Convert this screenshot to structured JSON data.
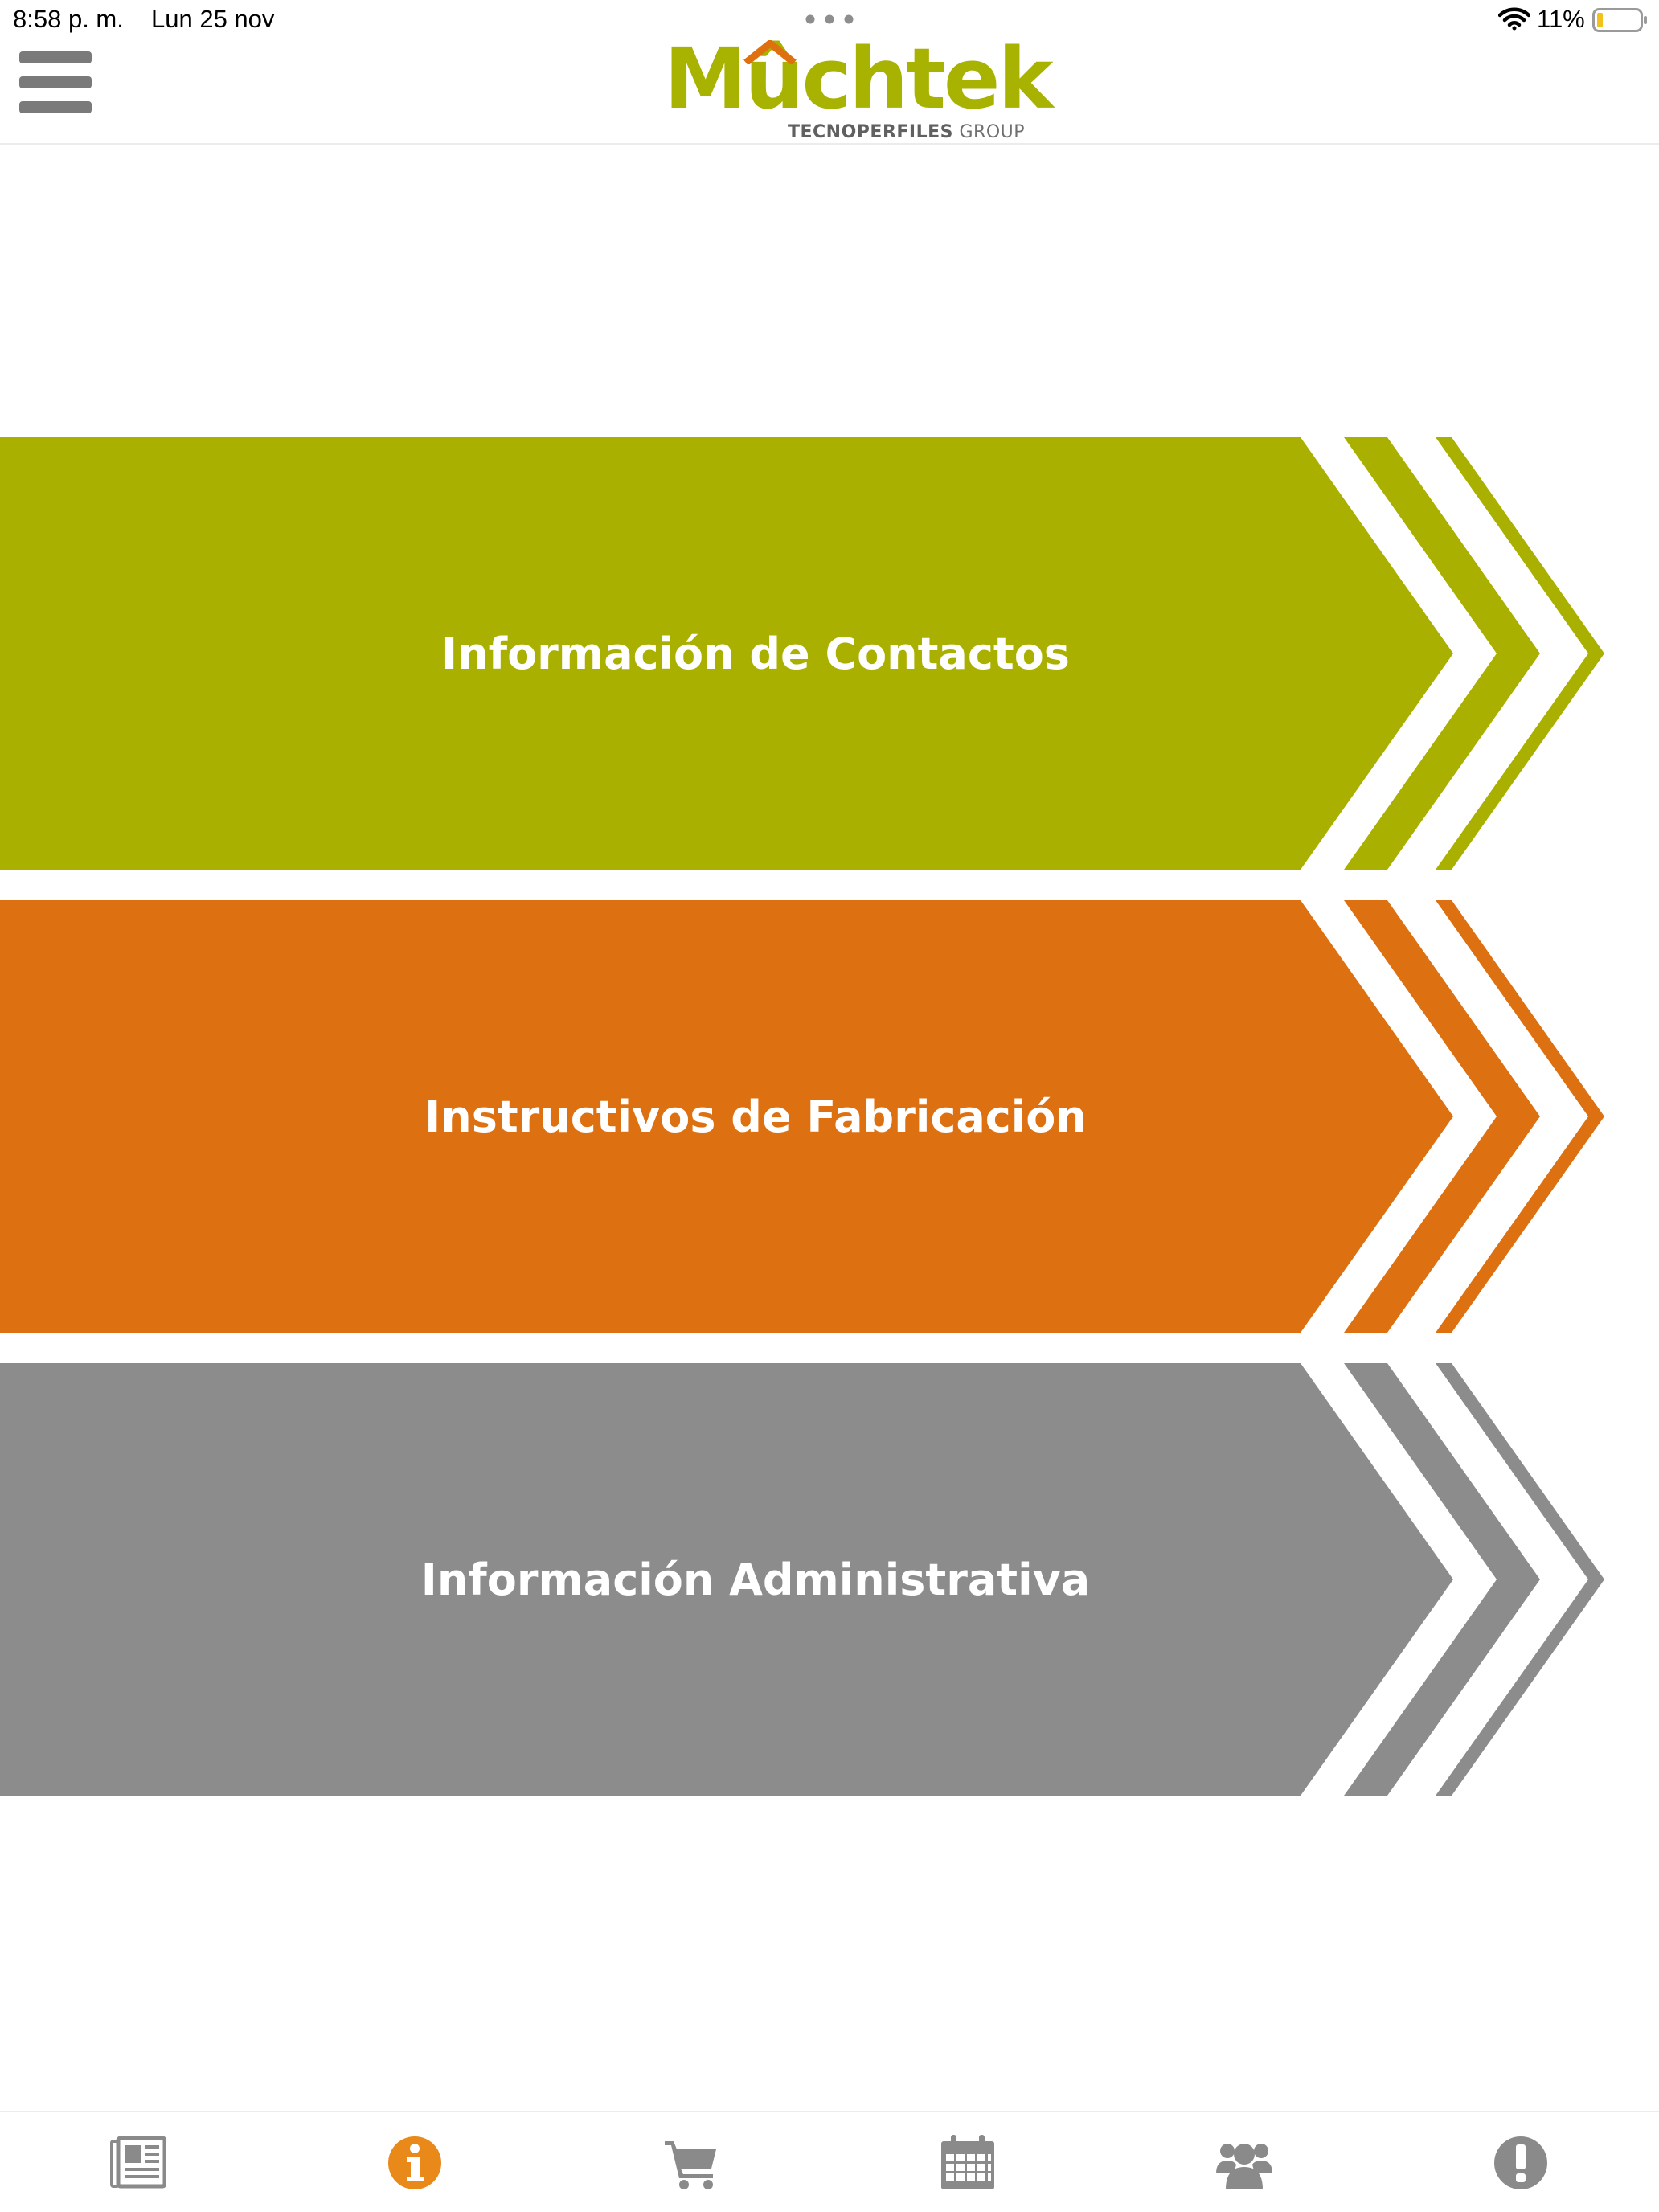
{
  "status_bar": {
    "time": "8:58 p. m.",
    "date": "Lun 25 nov",
    "battery": "11%"
  },
  "header": {
    "logo_word": "Mûchtek",
    "logo_sub_bold": "TECNOPERFILES",
    "logo_sub_rest": " GROUP",
    "brand_green": "#a8b200",
    "brand_orange": "#de7010"
  },
  "menu": {
    "items": [
      {
        "label": "Información de Contactos",
        "color": "#aab000"
      },
      {
        "label": "Instructivos de Fabricación",
        "color": "#dd7010"
      },
      {
        "label": "Información Administrativa",
        "color": "#8b8c8b"
      }
    ]
  },
  "tabs": {
    "active_color": "#e8891a",
    "inactive_color": "#8a8a8a",
    "items": [
      {
        "icon": "newspaper-icon",
        "active": false
      },
      {
        "icon": "info-icon",
        "active": true
      },
      {
        "icon": "cart-icon",
        "active": false
      },
      {
        "icon": "calendar-icon",
        "active": false
      },
      {
        "icon": "users-icon",
        "active": false
      },
      {
        "icon": "alert-icon",
        "active": false
      }
    ]
  }
}
